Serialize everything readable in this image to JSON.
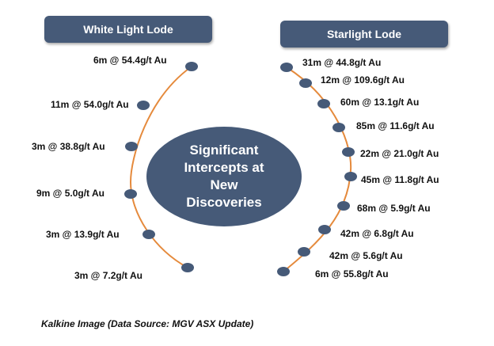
{
  "center": {
    "lines": [
      "Significant",
      "Intercepts at",
      "New",
      "Discoveries"
    ]
  },
  "lodes": [
    {
      "name": "White Light Lode",
      "intercepts": [
        "6m @ 54.4g/t Au",
        "11m @ 54.0g/t Au",
        "3m @ 38.8g/t Au",
        "9m @ 5.0g/t Au",
        "3m @ 13.9g/t Au",
        "3m @ 7.2g/t Au"
      ]
    },
    {
      "name": "Starlight Lode",
      "intercepts": [
        "31m @ 44.8g/t Au",
        "12m @ 109.6g/t Au",
        "60m @ 13.1g/t Au",
        "85m @ 11.6g/t Au",
        "22m @ 21.0g/t Au",
        "45m @ 11.8g/t Au",
        "68m @ 5.9g/t Au",
        "42m @ 6.8g/t Au",
        "42m @ 5.6g/t Au",
        "6m @ 55.8g/t Au"
      ]
    }
  ],
  "caption": "Kalkine Image (Data Source: MGV ASX Update)",
  "colors": {
    "header": "#465a78",
    "center_circle": "#465a78",
    "arc": "#e58a3c",
    "node": "#465a78"
  }
}
